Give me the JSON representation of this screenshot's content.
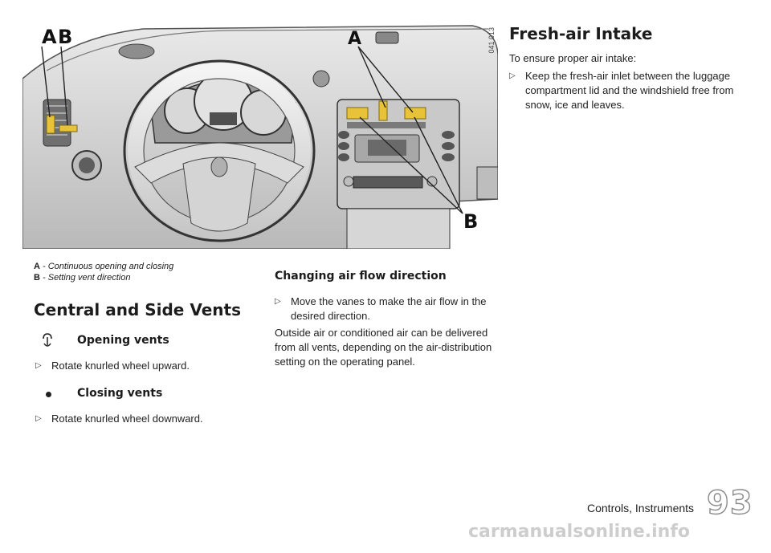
{
  "figure": {
    "callouts": {
      "top_left_a": "A",
      "top_left_b": "B",
      "center_a": "A",
      "right_b": "B"
    },
    "code": "041 013"
  },
  "captions": [
    {
      "key": "A",
      "text": "- Continuous opening and closing"
    },
    {
      "key": "B",
      "text": "- Setting vent direction"
    }
  ],
  "central_side_vents": {
    "title": "Central and Side Vents",
    "opening": {
      "icon": "vent-open-icon",
      "title": "Opening vents",
      "step": "Rotate knurled wheel upward."
    },
    "closing": {
      "icon": "dot-icon",
      "title": "Closing vents",
      "step": "Rotate knurled wheel downward."
    }
  },
  "air_flow": {
    "title": "Changing air flow direction",
    "step_line1": "Move the vanes to make the air flow in the",
    "step_line2": "desired direction.",
    "para_line1": "Outside air or conditioned air can be delivered",
    "para_line2": "from all vents, depending on the air-distribution",
    "para_line3": "setting on the operating panel."
  },
  "fresh_air": {
    "title": "Fresh-air Intake",
    "intro": "To ensure proper air intake:",
    "step_line1": "Keep the fresh-air inlet between the luggage",
    "step_line2": "compartment lid and the windshield free from",
    "step_line3": "snow, ice and leaves."
  },
  "footer": {
    "section": "Controls, Instruments",
    "page": "93"
  },
  "watermark": "carmanualsonline.info",
  "colors": {
    "vent_highlight": "#e8c33a",
    "ink": "#1c1c1c",
    "dash_gray": "#cfcfcf"
  }
}
